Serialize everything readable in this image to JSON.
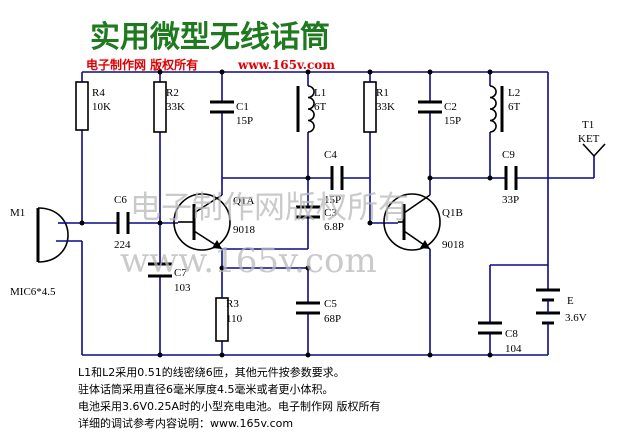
{
  "title": "实用微型无线话筒",
  "subtitle": "电子制作网 版权所有",
  "subtitle_url": "www.165v.com",
  "watermark_text": "电子制作网版权所有",
  "watermark_url": "www.165v.com",
  "components": {
    "m1": {
      "ref": "M1",
      "value": "MIC6*4.5"
    },
    "r4": {
      "ref": "R4",
      "value": "10K"
    },
    "r2": {
      "ref": "R2",
      "value": "33K"
    },
    "r1": {
      "ref": "R1",
      "value": "33K"
    },
    "r3": {
      "ref": "R3",
      "value": "110"
    },
    "c1": {
      "ref": "C1",
      "value": "15P"
    },
    "c2": {
      "ref": "C2",
      "value": "15P"
    },
    "c3": {
      "ref": "C3",
      "value": "6.8P"
    },
    "c4": {
      "ref": "C4",
      "value": "15P"
    },
    "c5": {
      "ref": "C5",
      "value": "68P"
    },
    "c6": {
      "ref": "C6",
      "value": "224"
    },
    "c7": {
      "ref": "C7",
      "value": "103"
    },
    "c8": {
      "ref": "C8",
      "value": "104"
    },
    "c9": {
      "ref": "C9",
      "value": "33P"
    },
    "l1": {
      "ref": "L1",
      "value": "6T"
    },
    "l2": {
      "ref": "L2",
      "value": "6T"
    },
    "q1a": {
      "ref": "Q1A",
      "value": "9018"
    },
    "q1b": {
      "ref": "Q1B",
      "value": "9018"
    },
    "e": {
      "ref": "E",
      "value": "3.6V"
    },
    "t1": {
      "ref": "T1",
      "value": "KET"
    }
  },
  "notes": [
    "L1和L2采用0.51的线密绕6匝，其他元件按参数要求。",
    "驻体话筒采用直径6毫米厚度4.5毫米或者更小体积。",
    "电池采用3.6V0.25A时的小型充电电池。电子制作网 版权所有",
    "详细的调试参考内容说明：www.165v.com"
  ],
  "colors": {
    "title": "#1f7a1f",
    "subtitle": "#e00000",
    "wire": "#0a0a8c",
    "watermark": "#b9b9b9"
  }
}
